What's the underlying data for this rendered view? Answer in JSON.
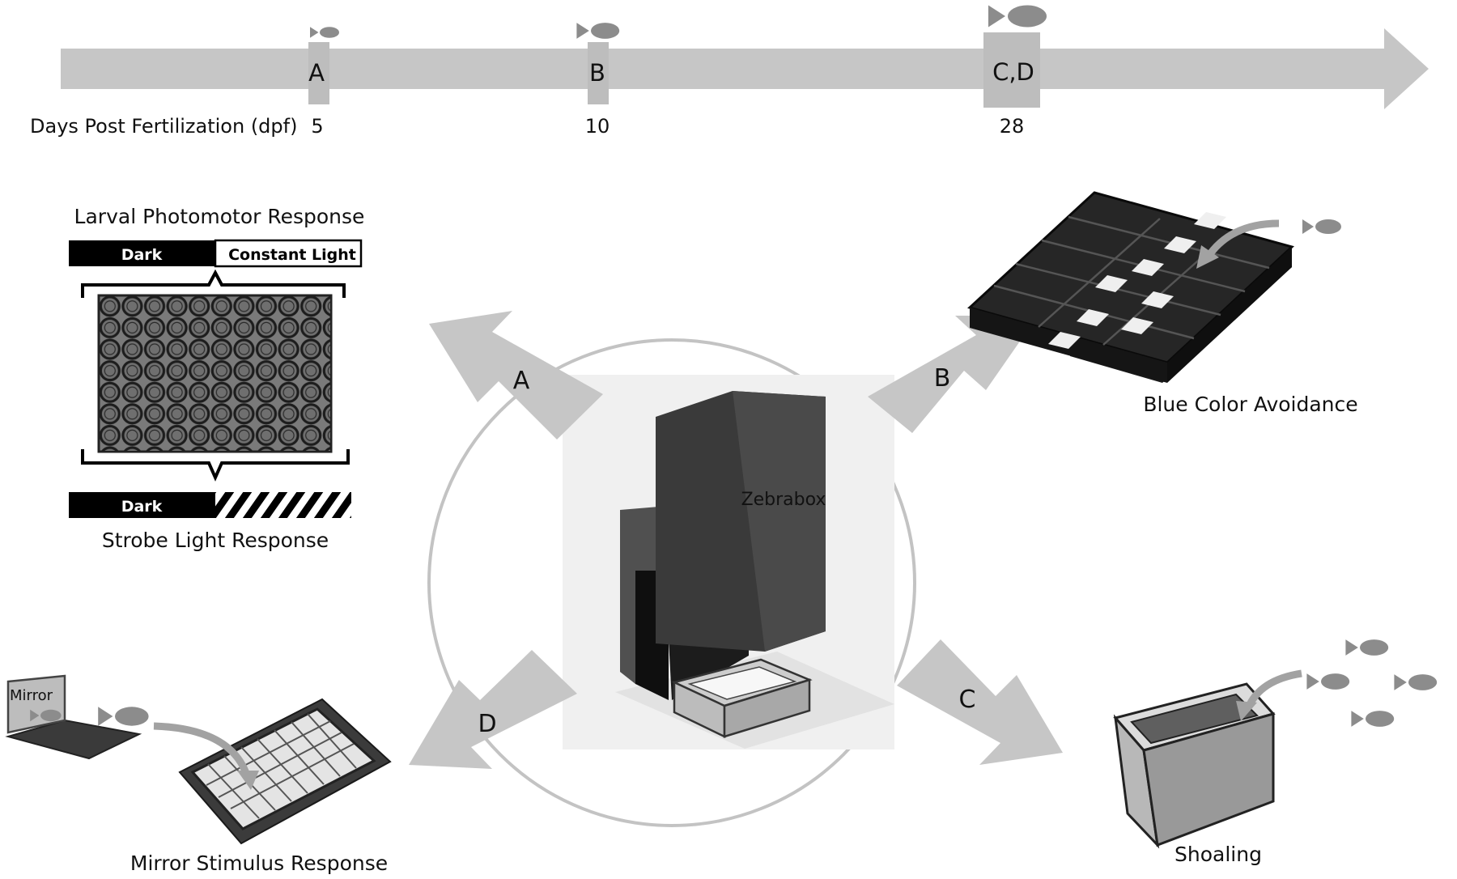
{
  "timeline": {
    "axis_label": "Days Post Fertilization (dpf)",
    "markers": [
      {
        "label": "A",
        "day": "5"
      },
      {
        "label": "B",
        "day": "10"
      },
      {
        "label": "C,D",
        "day": "28"
      }
    ]
  },
  "panels": {
    "larval": {
      "title": "Larval Photomotor Response",
      "dark_label": "Dark",
      "light_label": "Constant Light"
    },
    "strobe": {
      "title": "Strobe Light Response",
      "dark_label": "Dark"
    },
    "blue": {
      "title": "Blue Color Avoidance"
    },
    "shoaling": {
      "title": "Shoaling"
    },
    "mirror": {
      "title": "Mirror Stimulus Response",
      "mirror_label": "Mirror"
    }
  },
  "center": {
    "device_label": "Zebrabox",
    "arrows": {
      "a": "A",
      "b": "B",
      "c": "C",
      "d": "D"
    }
  }
}
